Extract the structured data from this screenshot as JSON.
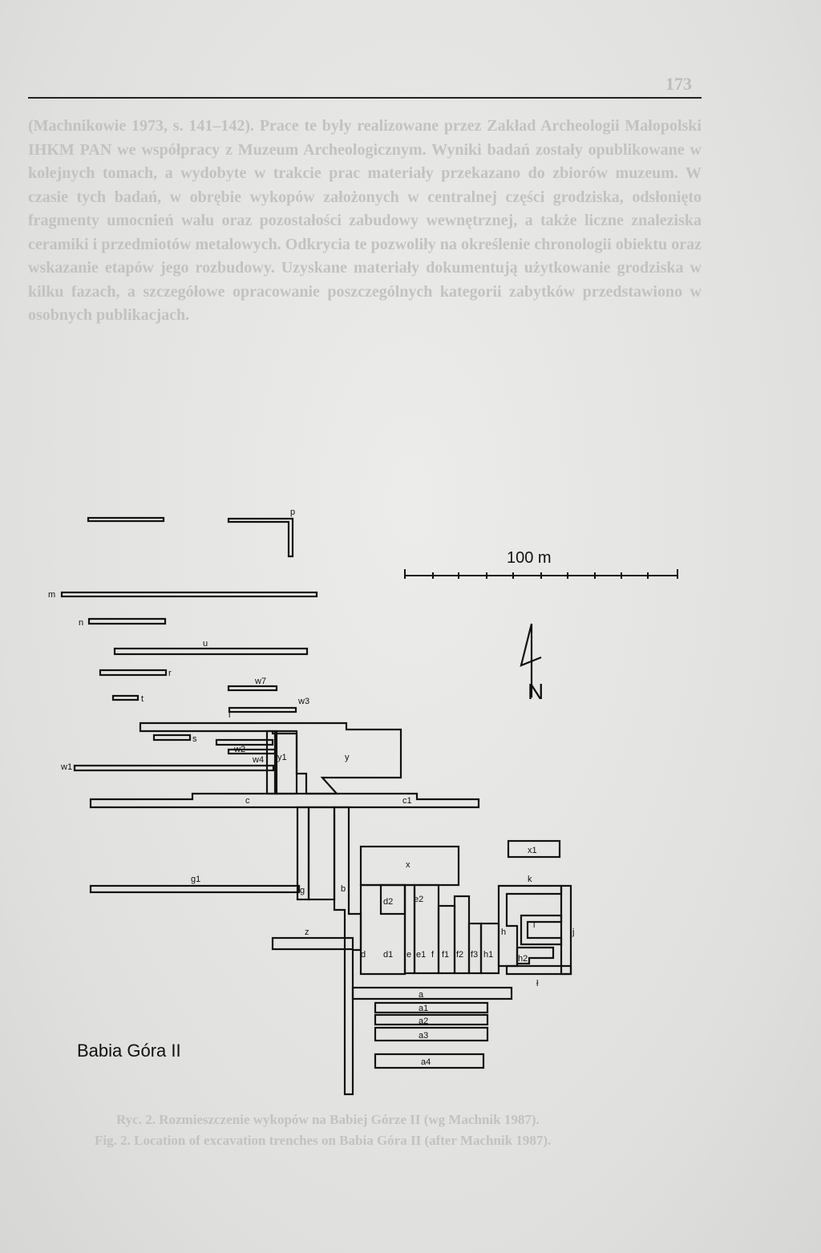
{
  "header": {
    "page_number": "173"
  },
  "body_text": "(Machnikowie 1973, s. 141–142). Prace te były realizowane przez Zakład Archeologii Małopolski IHKM PAN we współpracy z Muzeum Archeologicznym. Wyniki badań zostały opublikowane w kolejnych tomach, a wydobyte w trakcie prac materiały przekazano do zbiorów muzeum. W czasie tych badań, w obrębie wykopów założonych w centralnej części grodziska, odsłonięto fragmenty umocnień wału oraz pozostałości zabudowy wewnętrznej, a także liczne znaleziska ceramiki i przedmiotów metalowych. Odkrycia te pozwoliły na określenie chronologii obiektu oraz wskazanie etapów jego rozbudowy. Uzyskane materiały dokumentują użytkowanie grodziska w kilku fazach, a szczegółowe opracowanie poszczególnych kategorii zabytków przedstawiono w osobnych publikacjach.",
  "figure": {
    "title": "Babia Góra II",
    "scale_label": "100 m",
    "north_label": "N",
    "caption_pl": "Ryc. 2. Rozmieszczenie wykopów na Babiej Górze II (wg Machnik 1987).",
    "caption_en": "Fig. 2. Location of excavation trenches on Babia Góra II (after Machnik 1987).",
    "trench_labels": [
      "p",
      "m",
      "n",
      "u",
      "r",
      "w7",
      "t",
      "w3",
      "i",
      "s",
      "w2",
      "w4",
      "y1",
      "y",
      "w1",
      "c",
      "c1",
      "x1",
      "x",
      "g1",
      "k",
      "g",
      "b",
      "d2",
      "e2",
      "h",
      "l",
      "j",
      "z",
      "d",
      "d1",
      "e",
      "e1",
      "f",
      "f1",
      "f2",
      "f3",
      "h1",
      "h2",
      "ł",
      "a",
      "a1",
      "a2",
      "a3",
      "a4"
    ]
  }
}
